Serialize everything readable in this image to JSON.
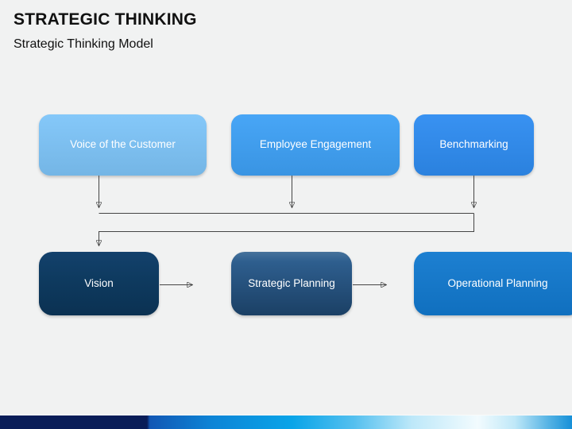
{
  "header": {
    "title": "STRATEGIC THINKING",
    "subtitle": "Strategic Thinking Model"
  },
  "diagram": {
    "top_row": [
      {
        "label": "Voice of the Customer",
        "fill": "#7EC5F9"
      },
      {
        "label": "Employee Engagement",
        "fill": "#3EA1F6"
      },
      {
        "label": "Benchmarking",
        "fill": "#2E8CF1"
      }
    ],
    "bottom_row": [
      {
        "label": "Vision",
        "fill": "#0E3A5F"
      },
      {
        "label": "Strategic Planning",
        "fill": "#2E5E8E",
        "gradient_top": "#47739C",
        "gradient_bottom": "#1B4065"
      },
      {
        "label": "Operational Planning",
        "fill": "#1179CF"
      }
    ],
    "connector_color": "#454545"
  },
  "footer_bar": {
    "left_color": "#091D58",
    "gradient_colors": [
      "#1257B4",
      "#09A4E8",
      "#F2FBFE",
      "#1690D8"
    ]
  }
}
